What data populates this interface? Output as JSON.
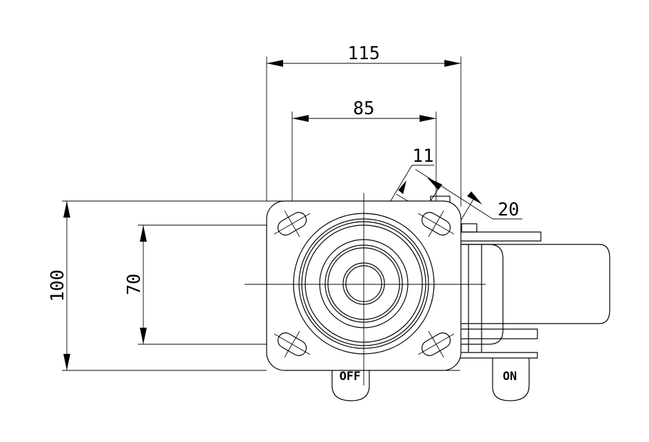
{
  "drawing": {
    "dimensions": {
      "overall_width": "115",
      "hole_spacing_width": "85",
      "overall_height": "100",
      "hole_spacing_height": "70",
      "slot_width": "11",
      "slot_length": "20"
    },
    "brake_labels": {
      "off": "OFF",
      "on": "ON"
    }
  }
}
